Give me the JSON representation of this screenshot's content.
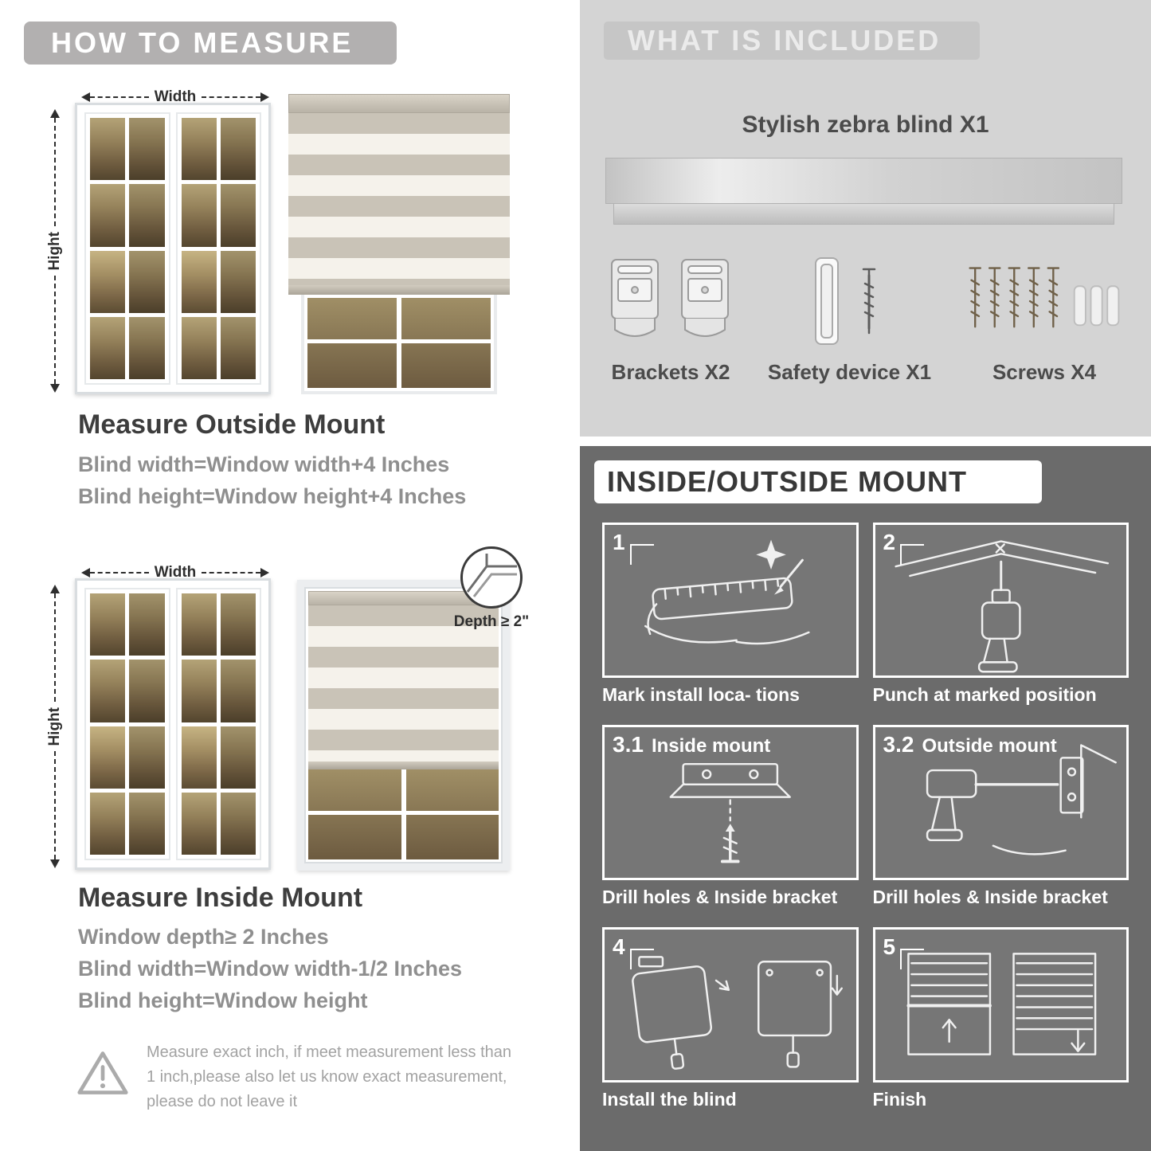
{
  "colors": {
    "banner_gray": "#b2b0b0",
    "included_bg": "#d4d4d4",
    "mount_bg": "#6b6b6b",
    "heading_dark": "#3d3d3d",
    "equation_gray": "#8f8f8f"
  },
  "icons": {
    "width_arrow": "horizontal-dashed-double-arrow",
    "height_arrow": "vertical-dashed-double-arrow",
    "depth_circle": "window-corner-detail-circle",
    "warning": "warning-triangle",
    "brackets": "mounting-brackets",
    "safety_device": "safety-device-with-screw",
    "screws": "screws-and-wall-anchors",
    "headrail": "zebra-blind-headrail"
  },
  "measure": {
    "header": "HOW TO MEASURE",
    "width_label": "Width",
    "height_label": "Hight",
    "depth_callout": "Depth ≥ 2\"",
    "outside": {
      "title": "Measure Outside Mount",
      "lines": [
        "Blind width=Window width+4 Inches",
        "Blind height=Window height+4 Inches"
      ]
    },
    "inside": {
      "title": "Measure Inside Mount",
      "lines": [
        "Window depth≥ 2 Inches",
        "Blind width=Window width-1/2 Inches",
        "Blind height=Window height"
      ]
    },
    "warning": "Measure exact inch, if meet measurement less than 1 inch,please also let us know exact measurement, please do not leave it"
  },
  "included": {
    "header": "WHAT IS INCLUDED",
    "blind_label": "Stylish zebra blind X1",
    "items": [
      {
        "label": "Brackets X2"
      },
      {
        "label": "Safety device X1"
      },
      {
        "label": "Screws X4"
      }
    ]
  },
  "mount": {
    "header": "INSIDE/OUTSIDE MOUNT",
    "steps": [
      {
        "num": "1",
        "caption": "Mark install loca- tions"
      },
      {
        "num": "2",
        "caption": "Punch at  marked position"
      },
      {
        "num": "3.1",
        "title": "Inside mount",
        "caption": "Drill holes &  Inside bracket"
      },
      {
        "num": "3.2",
        "title": "Outside mount",
        "caption": "Drill holes &  Inside bracket"
      },
      {
        "num": "4",
        "caption": "Install the blind"
      },
      {
        "num": "5",
        "caption": "Finish"
      }
    ]
  }
}
